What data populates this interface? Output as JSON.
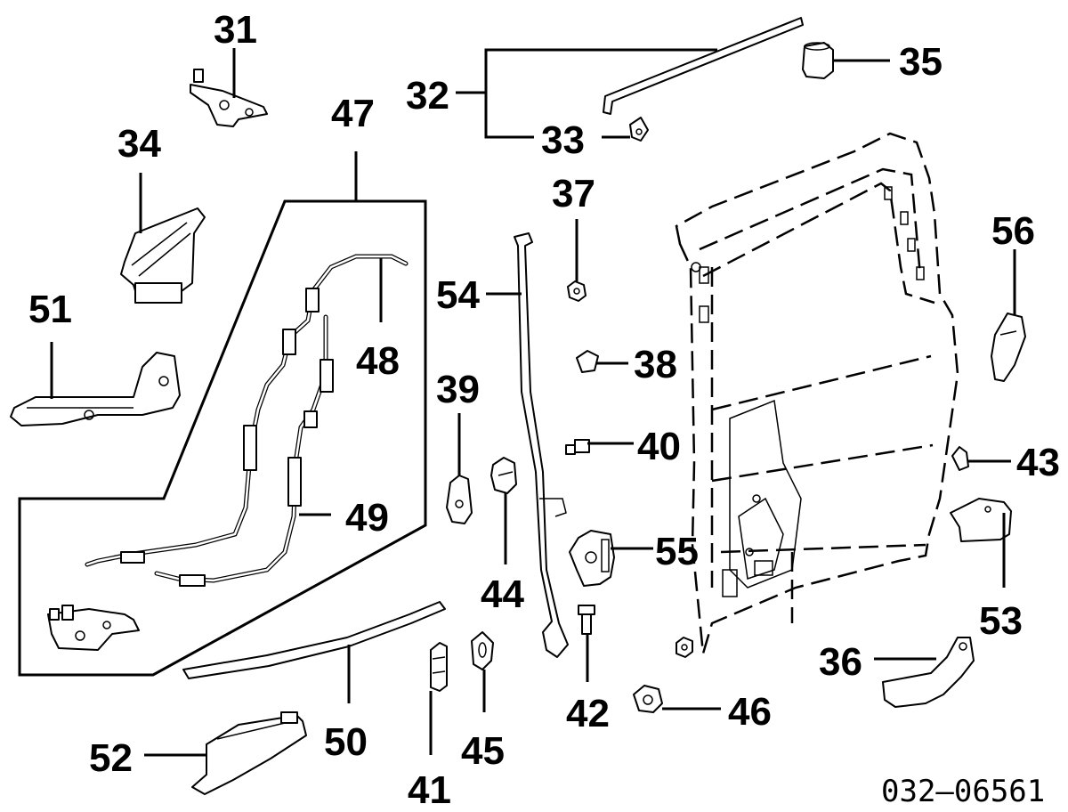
{
  "reference_code": "032–06561",
  "callouts": {
    "c31": "31",
    "c32": "32",
    "c33": "33",
    "c34": "34",
    "c35": "35",
    "c36": "36",
    "c37": "37",
    "c38": "38",
    "c39": "39",
    "c40": "40",
    "c41": "41",
    "c42": "42",
    "c43": "43",
    "c44": "44",
    "c45": "45",
    "c46": "46",
    "c47": "47",
    "c48": "48",
    "c49": "49",
    "c50": "50",
    "c51": "51",
    "c52": "52",
    "c53": "53",
    "c54": "54",
    "c55": "55",
    "c56": "56"
  }
}
